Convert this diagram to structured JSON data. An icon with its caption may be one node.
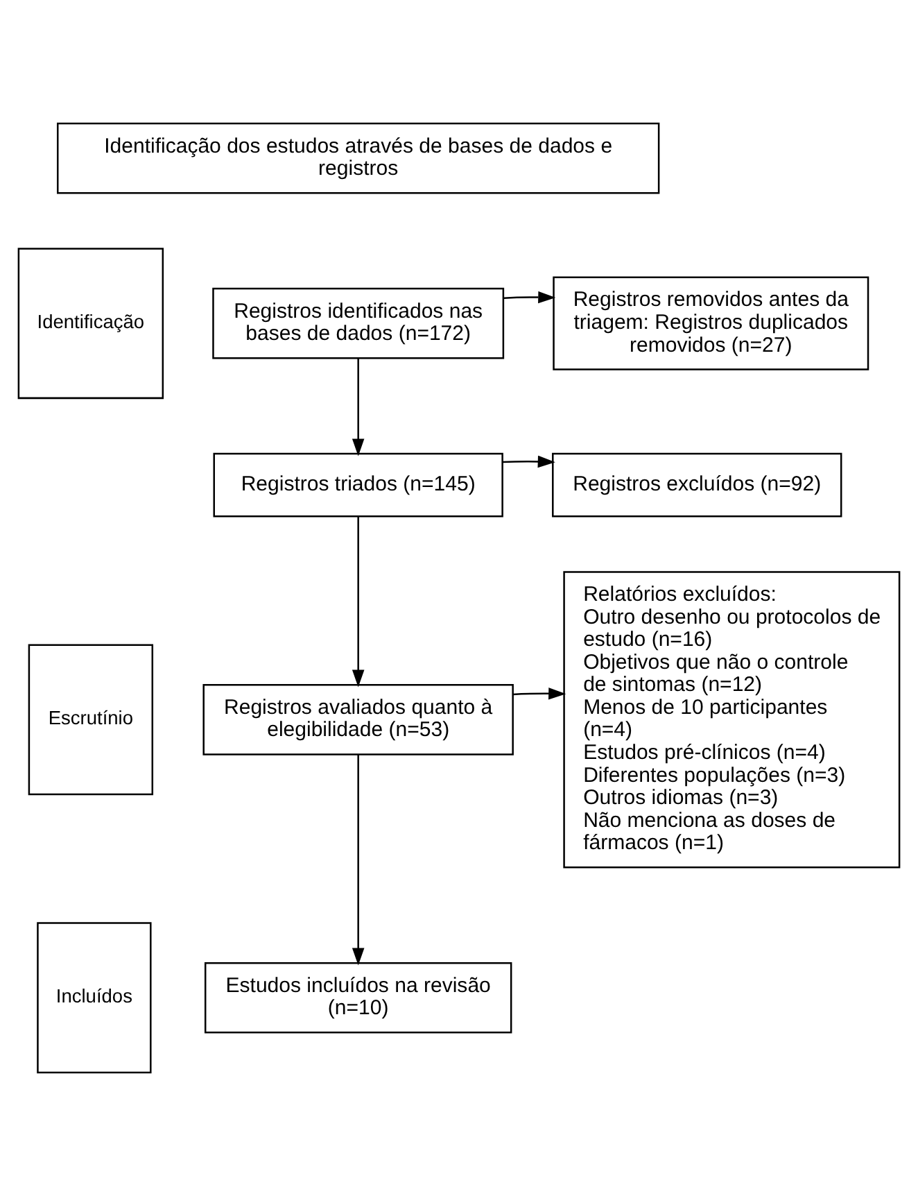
{
  "diagram": {
    "nodes": [
      {
        "text": [
          "Identificação dos estudos através de bases de dados e registros"
        ]
      },
      {
        "text": [
          "Identificação"
        ]
      },
      {
        "text": [
          "Registros identificados nas bases de dados (n=172)"
        ]
      },
      {
        "text": [
          "Registros removidos antes da triagem: Registros duplicados removidos (n=27)"
        ]
      },
      {
        "text": [
          "Registros triados (n=145)"
        ]
      },
      {
        "text": [
          "Registros excluídos (n=92)"
        ]
      },
      {
        "text": [
          "Escrutínio"
        ]
      },
      {
        "text": [
          "Registros avaliados quanto à elegibilidade (n=53)"
        ]
      },
      {
        "text": [
          "Relatórios excluídos:",
          "Outro desenho ou protocolos de estudo (n=16)",
          "Objetivos que não o controle de sintomas (n=12)",
          "Menos de 10 participantes (n=4)",
          "Estudos pré-clínicos (n=4)",
          "Diferentes populações (n=3)",
          "Outros idiomas (n=3)",
          "Não menciona as doses de fármacos (n=1)"
        ]
      },
      {
        "text": [
          "Incluídos"
        ]
      },
      {
        "text": [
          "Estudos incluídos na revisão (n=10)"
        ]
      }
    ],
    "edges": [
      {
        "from": 2,
        "to": 3,
        "arrow": "to"
      },
      {
        "from": 2,
        "to": 4,
        "arrow": "to"
      },
      {
        "from": 4,
        "to": 5,
        "arrow": "to"
      },
      {
        "from": 4,
        "to": 7,
        "arrow": "to"
      },
      {
        "from": 7,
        "to": 8,
        "arrow": "to"
      },
      {
        "from": 7,
        "to": 10,
        "arrow": "to"
      }
    ]
  }
}
